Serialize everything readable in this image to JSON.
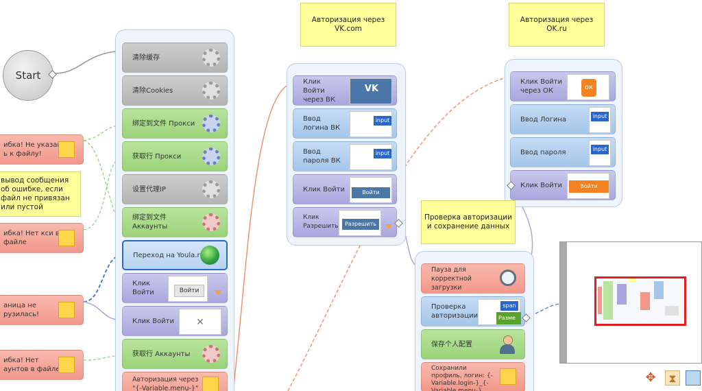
{
  "start": {
    "label": "Start"
  },
  "stickies": {
    "vk": "Авторизация через VK.com",
    "ok": "Авторизация через OK.ru",
    "error_hint": "вывод сообщения об ошибке, если файл не привязан или пустой",
    "check": "Проверка авторизации и сохранение данных"
  },
  "left_errors": [
    "ибка! Не указан ь к файлу!",
    "ибка! Нет кси в файле",
    "аница не рузилась!",
    "ибка! Нет аунтов в файле"
  ],
  "main_blocks": [
    "清除缓存",
    "清除Cookies",
    "绑定到文件 Прокси",
    "获取行 Прокси",
    "设置代理IP",
    "绑定到文件 Аккаунты",
    "Переход на Youla.ru",
    "Клик Войти",
    "Клик Войти",
    "获取行 Аккаунты",
    "Авторизация через \"{-Variable.menu-}\" -"
  ],
  "vk_blocks": [
    "Клик Войти через ВК",
    "Ввод логина ВК",
    "Ввод пароля ВК",
    "Клик Войти",
    "Клик Разрешить"
  ],
  "ok_blocks": [
    "Клик Войти через ОК",
    "Ввод Логина",
    "Ввод пароля",
    "Клик Войти"
  ],
  "check_blocks": [
    "Пауза для корректной загрузки",
    "Проверка авторизации",
    "保存个人配置",
    "Сохранили профиль, логин: {-Variable.login-}_{-Variable.menu-}"
  ],
  "thumb_texts": {
    "voiti": "Войти",
    "close": "✕",
    "vk_logo": "VK",
    "input": "input",
    "voiti_small": "Войти",
    "razreshit": "Разрешить",
    "ok_logo": "ок",
    "span": "span",
    "razme": "Разме"
  },
  "toolbar": [
    "move-icon",
    "hourglass-icon",
    "window-icon"
  ],
  "colors": {
    "link_orange": "#f28b6a",
    "link_green": "#8fd37a",
    "link_blue": "#4a7fc0",
    "link_gray": "#9a9a9a"
  }
}
